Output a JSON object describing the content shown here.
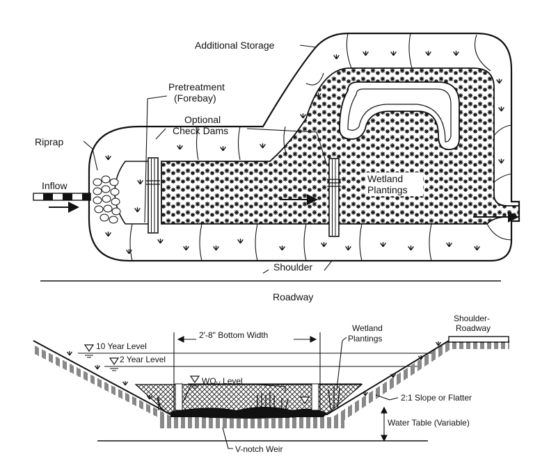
{
  "plan_view": {
    "labels": {
      "additional_storage": "Additional Storage",
      "pretreatment_line1": "Pretreatment",
      "pretreatment_line2": "(Forebay)",
      "check_dams_line1": "Optional",
      "check_dams_line2": "Check Dams",
      "riprap": "Riprap",
      "inflow": "Inflow",
      "wetland_line1": "Wetland",
      "wetland_line2": "Plantings",
      "shoulder": "Shoulder",
      "roadway": "Roadway"
    }
  },
  "section_view": {
    "labels": {
      "shoulder_roadway_line1": "Shoulder-",
      "shoulder_roadway_line2": "Roadway",
      "wetland_line1": "Wetland",
      "wetland_line2": "Plantings",
      "bottom_width": "2'-8\" Bottom Width",
      "ten_year": "10 Year Level",
      "two_year": "2 Year Level",
      "wqv_prefix": "WQ",
      "wqv_sub": "V",
      "wqv_suffix": " Level",
      "slope": "2:1 Slope or Flatter",
      "water_table": "Water Table (Variable)",
      "v_notch": "V-notch Weir"
    }
  },
  "colors": {
    "line": "#111111",
    "background": "#ffffff"
  }
}
